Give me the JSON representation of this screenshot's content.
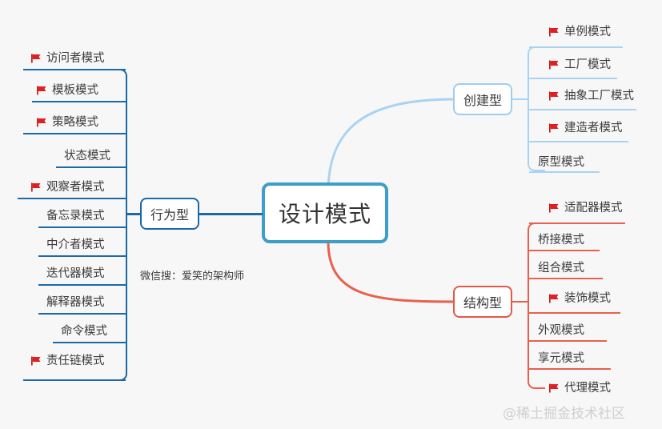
{
  "background_color": "#f7f7f7",
  "colors": {
    "root_border": "#3d9ec9",
    "behavioral": "#1a6aa8",
    "creational": "#a9d3f2",
    "structural": "#e8604e",
    "flag": "#e02020",
    "text": "#3c3c3c",
    "watermark": "#cfcfcf"
  },
  "root": {
    "label": "设计模式"
  },
  "branches": [
    {
      "id": "behavioral",
      "label": "行为型",
      "side": "left",
      "items": [
        {
          "label": "访问者模式",
          "flag": true
        },
        {
          "label": "模板模式",
          "flag": true
        },
        {
          "label": "策略模式",
          "flag": true
        },
        {
          "label": "状态模式",
          "flag": false
        },
        {
          "label": "观察者模式",
          "flag": true
        },
        {
          "label": "备忘录模式",
          "flag": false
        },
        {
          "label": "中介者模式",
          "flag": false
        },
        {
          "label": "迭代器模式",
          "flag": false
        },
        {
          "label": "解释器模式",
          "flag": false
        },
        {
          "label": "命令模式",
          "flag": false
        },
        {
          "label": "责任链模式",
          "flag": true
        }
      ]
    },
    {
      "id": "creational",
      "label": "创建型",
      "side": "right",
      "items": [
        {
          "label": "单例模式",
          "flag": true
        },
        {
          "label": "工厂模式",
          "flag": true
        },
        {
          "label": "抽象工厂模式",
          "flag": true
        },
        {
          "label": "建造者模式",
          "flag": true
        },
        {
          "label": "原型模式",
          "flag": false
        }
      ]
    },
    {
      "id": "structural",
      "label": "结构型",
      "side": "right",
      "items": [
        {
          "label": "适配器模式",
          "flag": true
        },
        {
          "label": "桥接模式",
          "flag": false
        },
        {
          "label": "组合模式",
          "flag": false
        },
        {
          "label": "装饰模式",
          "flag": true
        },
        {
          "label": "外观模式",
          "flag": false
        },
        {
          "label": "享元模式",
          "flag": false
        },
        {
          "label": "代理模式",
          "flag": true
        }
      ]
    }
  ],
  "caption": {
    "text": "微信搜：爱笑的架构师"
  },
  "watermark": {
    "text": "@稀土掘金技术社区"
  },
  "icons": {
    "flag": "red-flag-icon"
  }
}
